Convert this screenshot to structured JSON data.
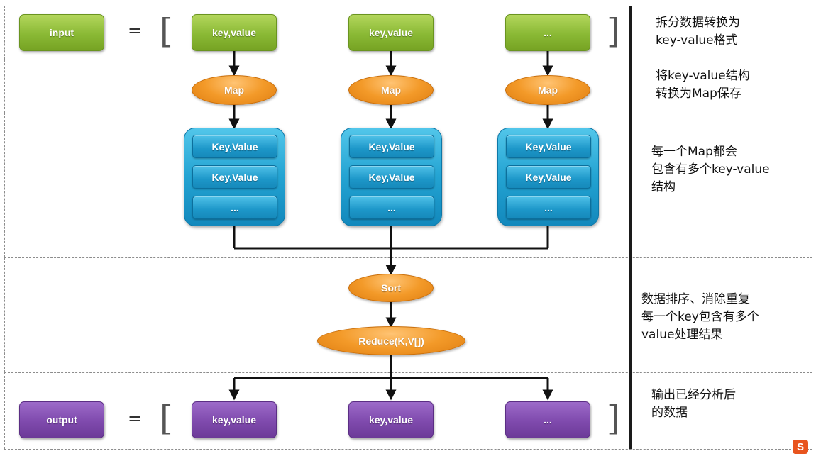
{
  "input": {
    "label": "input",
    "equals": "=",
    "items": [
      "key,value",
      "key,value",
      "..."
    ]
  },
  "map_stage": {
    "items": [
      "Map",
      "Map",
      "Map"
    ]
  },
  "map_groups": [
    {
      "entries": [
        "Key,Value",
        "Key,Value",
        "..."
      ]
    },
    {
      "entries": [
        "Key,Value",
        "Key,Value",
        "..."
      ]
    },
    {
      "entries": [
        "Key,Value",
        "Key,Value",
        "..."
      ]
    }
  ],
  "sort": {
    "label": "Sort"
  },
  "reduce": {
    "label": "Reduce(K,V[])"
  },
  "output": {
    "label": "output",
    "equals": "=",
    "items": [
      "key,value",
      "key,value",
      "..."
    ]
  },
  "notes": {
    "row1": [
      "拆分数据转换为",
      "key-value格式"
    ],
    "row2": [
      "将key-value结构",
      "转换为Map保存"
    ],
    "row3": [
      "每一个Map都会",
      "包含有多个key-value",
      "结构"
    ],
    "row4": [
      "数据排序、消除重复",
      "每一个key包含有多个",
      "value处理结果"
    ],
    "row5": [
      "输出已经分析后",
      "的数据"
    ]
  },
  "colors": {
    "input": "#8ab935",
    "output": "#7f4aad",
    "map": "#f39a29",
    "key_value_group": "#23a3d2"
  },
  "logo_text": "S"
}
